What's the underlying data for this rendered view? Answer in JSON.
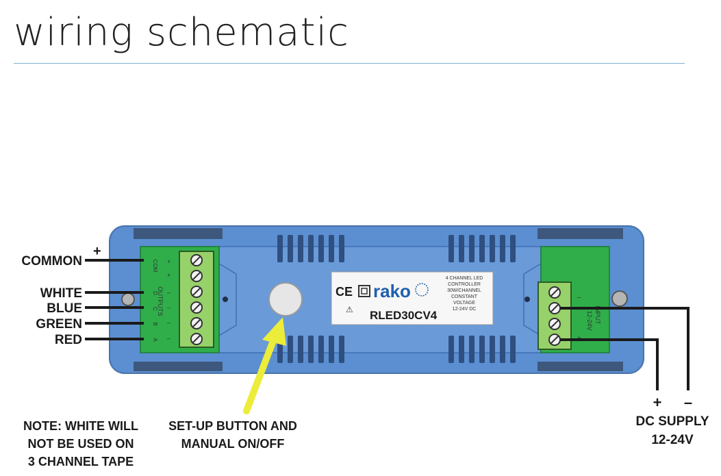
{
  "header": {
    "title": "wiring schematic"
  },
  "wires_left": [
    {
      "label": "COMMON",
      "sign": "+"
    },
    {
      "label": "WHITE"
    },
    {
      "label": "BLUE"
    },
    {
      "label": "GREEN"
    },
    {
      "label": "RED"
    }
  ],
  "output_block": {
    "vertical_text": "OUTPUTS",
    "terminal_marks": [
      "COM",
      "D",
      "C",
      "B",
      "A"
    ],
    "plus_marks": [
      "+",
      "+"
    ],
    "minus_marks": [
      "–",
      "–",
      "–",
      "–"
    ]
  },
  "input_block": {
    "vertical_text": "INPUT",
    "voltage": "12-24V",
    "marks": [
      "–",
      "+"
    ]
  },
  "product_label": {
    "ce": "CE",
    "brand": "rako",
    "model": "RLED30CV4",
    "desc": [
      "4 CHANNEL LED",
      "CONTROLLER",
      "30W/CHANNEL",
      "CONSTANT",
      "VOLTAGE",
      "12-24V DC"
    ]
  },
  "supply": {
    "plus": "+",
    "minus": "–",
    "line1": "DC SUPPLY",
    "line2": "12-24V"
  },
  "notes": {
    "white": [
      "NOTE: WHITE WILL",
      "NOT BE USED ON",
      "3 CHANNEL TAPE"
    ],
    "button": [
      "SET-UP BUTTON AND",
      "MANUAL ON/OFF"
    ]
  },
  "colors": {
    "body": "#5b8fd1",
    "body_dark": "#3d6fb3",
    "terminal_green": "#2fae4a",
    "terminal_block": "#97d16a",
    "arrow": "#ecec3a",
    "rule": "#7ab3d6"
  }
}
